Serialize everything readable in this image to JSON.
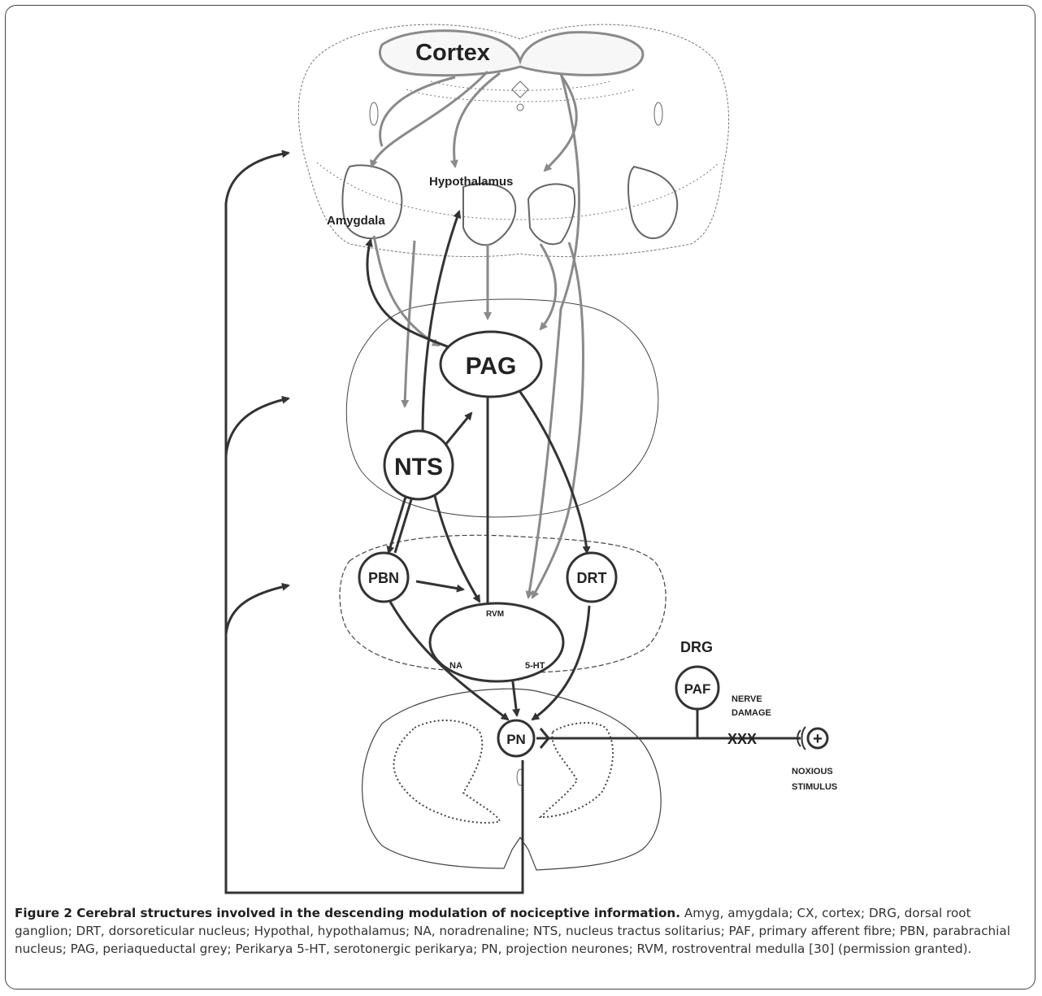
{
  "labels": {
    "cortex": "Cortex",
    "hypothalamus": "Hypothalamus",
    "amygdala": "Amygdala",
    "pag": "PAG",
    "nts": "NTS",
    "pbn": "PBN",
    "rvm": "RVM",
    "na": "NA",
    "ht": "5-HT",
    "drt": "DRT",
    "drg": "DRG",
    "paf": "PAF",
    "pn": "PN",
    "nerve_damage_line1": "NERVE",
    "nerve_damage_line2": "DAMAGE",
    "xxx": "XXX",
    "noxious_line1": "NOXIOUS",
    "noxious_line2": "STIMULUS",
    "plus": "+"
  },
  "caption": {
    "title": "Figure 2 Cerebral structures involved in the descending modulation of nociceptive information.",
    "body": " Amyg, amygdala; CX, cortex; DRG, dorsal root ganglion; DRT, dorsoreticular nucleus; Hypothal, hypothalamus; NA, noradrenaline; NTS, nucleus tractus solitarius; PAF, primary afferent fibre; PBN, parabrachial nucleus; PAG, periaqueductal grey; Perikarya 5-HT, serotonergic perikarya; PN, projection neurones; RVM, rostroventral medulla [30] (permission granted)."
  },
  "colors": {
    "dark": "#333333",
    "grey": "#8a8a8a",
    "outline": "#555555"
  }
}
